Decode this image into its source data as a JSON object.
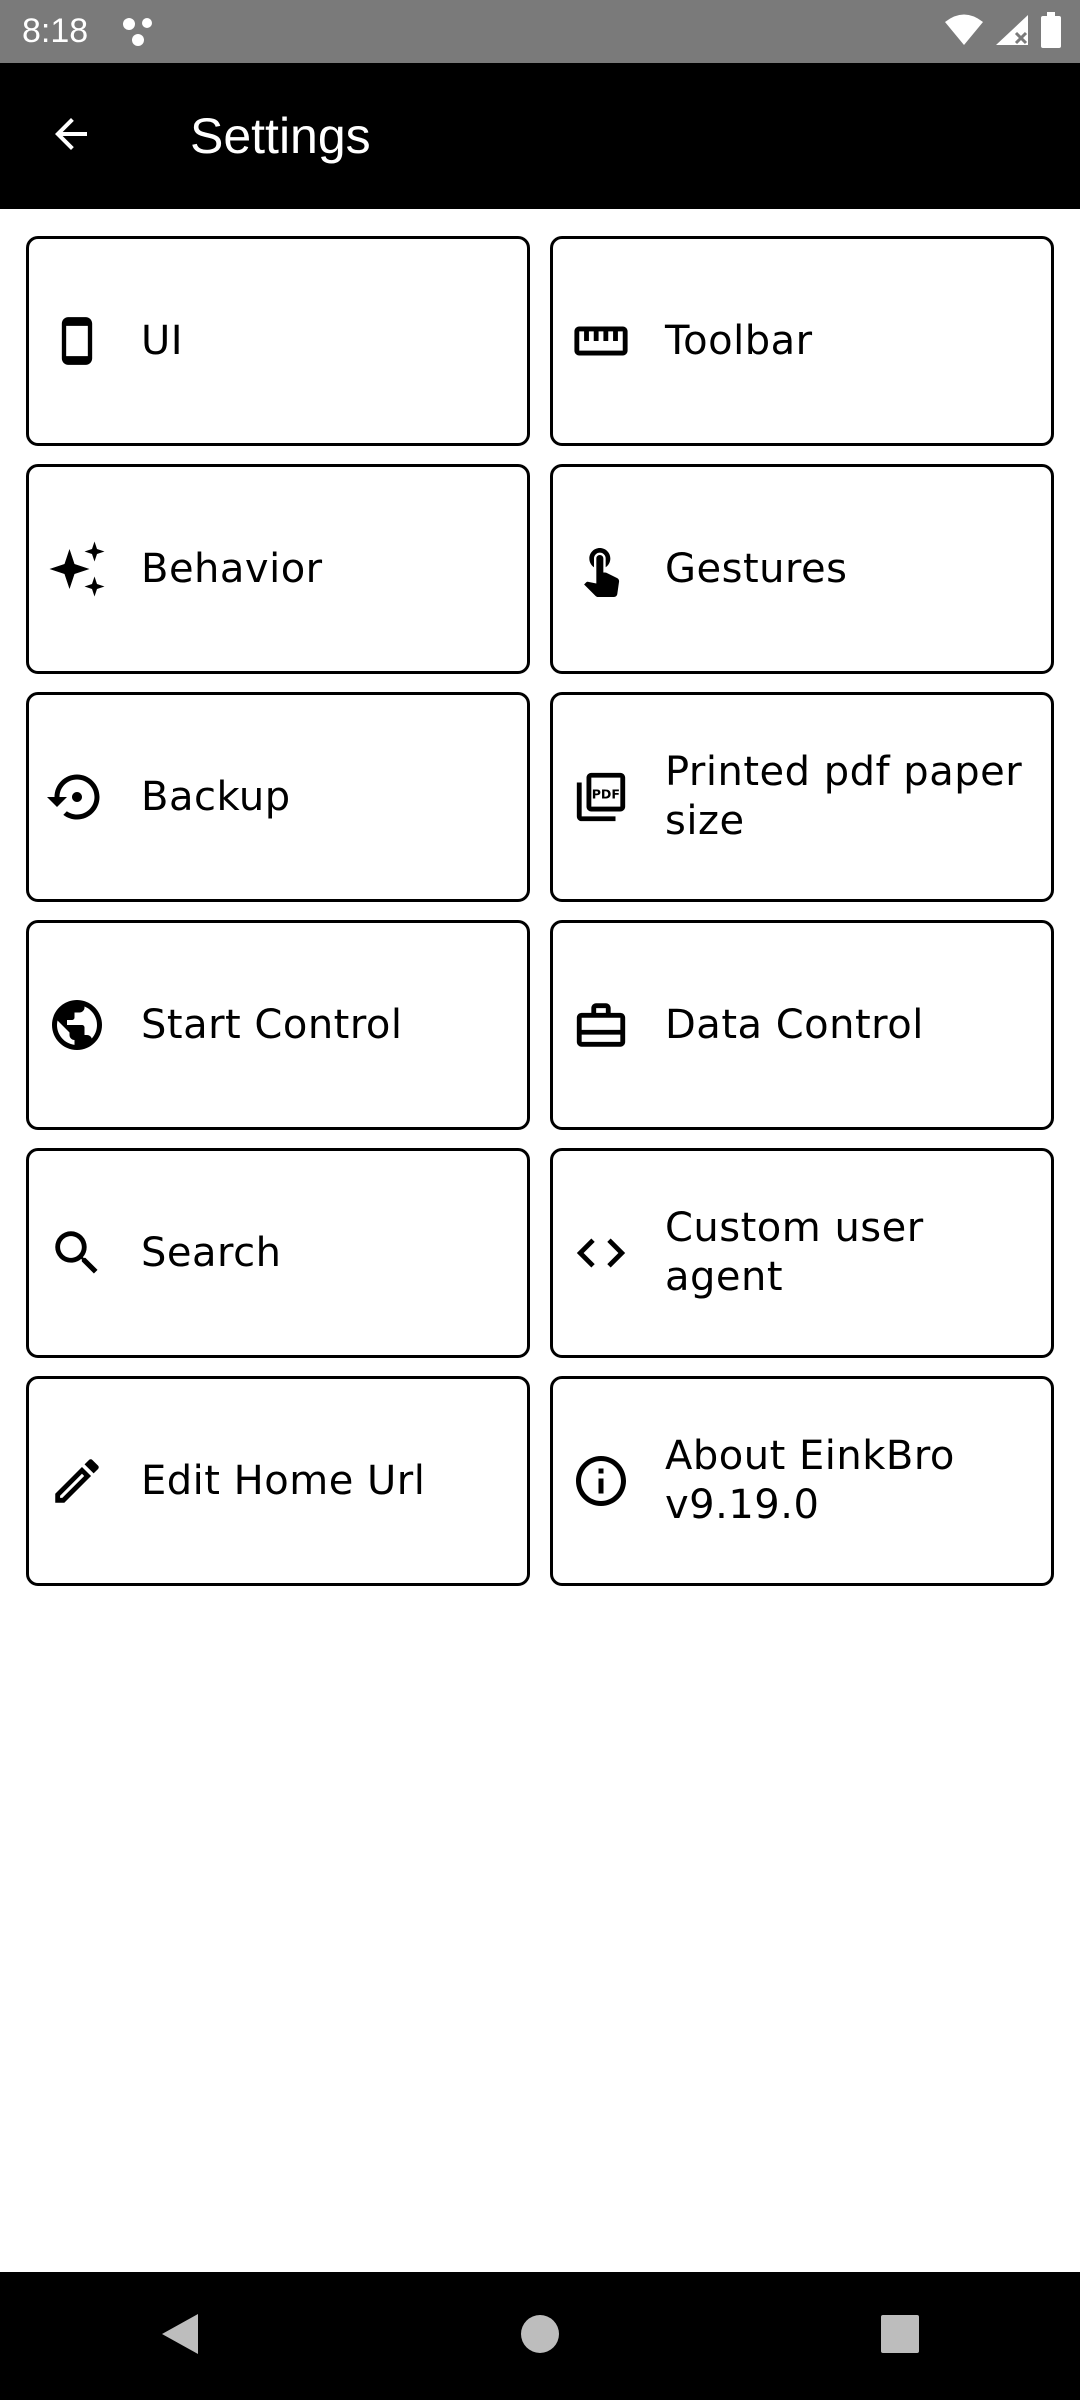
{
  "status_bar": {
    "time": "8:18",
    "notification_icon": "dots-icon",
    "wifi_icon": "wifi-icon",
    "signal_icon": "signal-icon",
    "battery_icon": "battery-icon"
  },
  "app_bar": {
    "title": "Settings",
    "back_icon": "arrow-back-icon"
  },
  "items": [
    {
      "label": "UI",
      "icon": "phone-icon"
    },
    {
      "label": "Toolbar",
      "icon": "ruler-icon"
    },
    {
      "label": "Behavior",
      "icon": "sparkle-icon"
    },
    {
      "label": "Gestures",
      "icon": "touch-icon"
    },
    {
      "label": "Backup",
      "icon": "restore-icon"
    },
    {
      "label": "Printed pdf paper\nsize",
      "icon": "pdf-icon"
    },
    {
      "label": "Start Control",
      "icon": "globe-icon"
    },
    {
      "label": "Data Control",
      "icon": "briefcase-icon"
    },
    {
      "label": "Search",
      "icon": "search-icon"
    },
    {
      "label": "Custom user agent",
      "icon": "code-icon"
    },
    {
      "label": "Edit Home Url",
      "icon": "pencil-icon"
    },
    {
      "label": "About EinkBro\nv9.19.0",
      "icon": "info-icon"
    }
  ],
  "nav_bar": {
    "back_icon": "nav-back-icon",
    "home_icon": "nav-home-icon",
    "recents_icon": "nav-recents-icon"
  },
  "colors": {
    "status_bar_bg": "#7a7a7a",
    "app_bar_bg": "#000000",
    "card_border": "#000000",
    "background": "#ffffff"
  }
}
